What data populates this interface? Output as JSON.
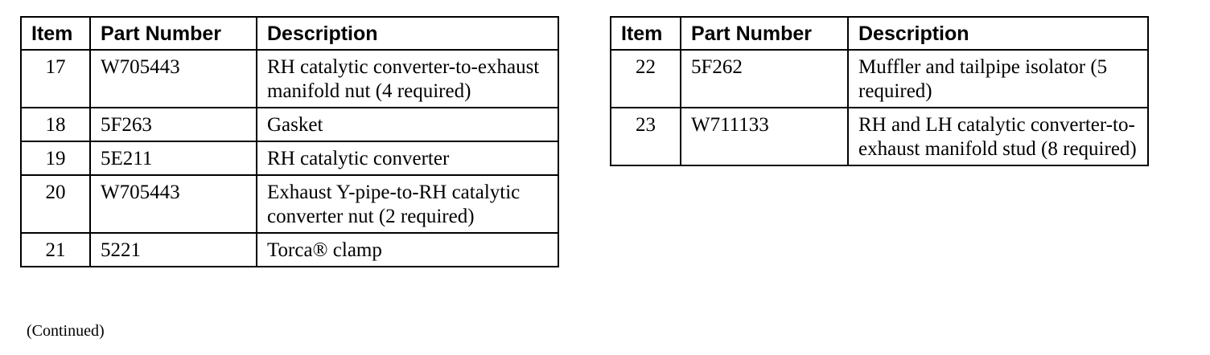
{
  "headers": {
    "item": "Item",
    "part_number": "Part Number",
    "description": "Description"
  },
  "left_rows": [
    {
      "item": "17",
      "part": "W705443",
      "desc": "RH catalytic converter-to-exhaust manifold nut (4 required)"
    },
    {
      "item": "18",
      "part": "5F263",
      "desc": "Gasket"
    },
    {
      "item": "19",
      "part": "5E211",
      "desc": "RH catalytic converter"
    },
    {
      "item": "20",
      "part": "W705443",
      "desc": "Exhaust Y-pipe-to-RH catalytic converter nut (2 required)"
    },
    {
      "item": "21",
      "part": "5221",
      "desc": "Torca® clamp"
    }
  ],
  "right_rows": [
    {
      "item": "22",
      "part": "5F262",
      "desc": "Muffler and tailpipe isolator (5 required)"
    },
    {
      "item": "23",
      "part": "W711133",
      "desc": "RH and LH catalytic converter-to-exhaust manifold stud (8 required)"
    }
  ],
  "continued_note": "(Continued)"
}
